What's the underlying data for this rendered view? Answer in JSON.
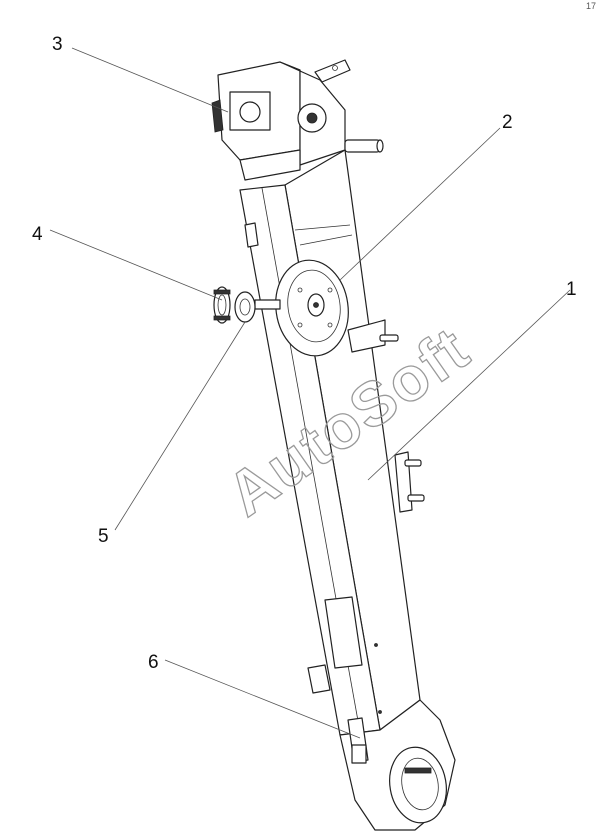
{
  "diagram": {
    "watermark": "AutoSoft",
    "corner_mark": "17",
    "callouts": [
      {
        "id": "1",
        "label": "1"
      },
      {
        "id": "2",
        "label": "2"
      },
      {
        "id": "3",
        "label": "3"
      },
      {
        "id": "4",
        "label": "4"
      },
      {
        "id": "5",
        "label": "5"
      },
      {
        "id": "6",
        "label": "6"
      }
    ]
  }
}
